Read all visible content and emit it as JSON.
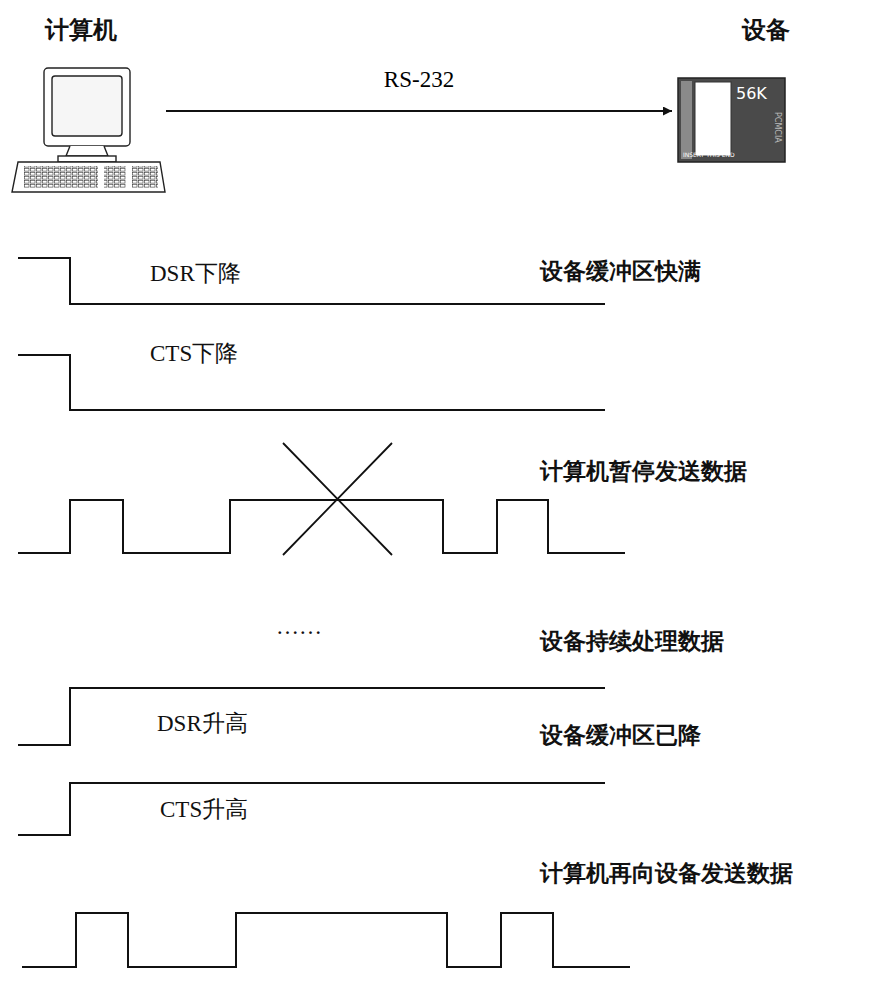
{
  "diagram": {
    "nodes": [
      {
        "text": [
          "计算机"
        ]
      },
      {
        "text": [
          "设备"
        ]
      }
    ],
    "edges": [
      {
        "from": 0,
        "to": 1,
        "arrow": "to",
        "label": "RS-232"
      }
    ],
    "labels": [
      "56K",
      "PCMCIA",
      "INSERT THIS END",
      "DSR下降",
      "设备缓冲区快满",
      "CTS下降",
      "计算机暂停发送数据",
      "……",
      "设备持续处理数据",
      "DSR升高",
      "设备缓冲区已降",
      "CTS升高",
      "计算机再向设备发送数据"
    ]
  }
}
